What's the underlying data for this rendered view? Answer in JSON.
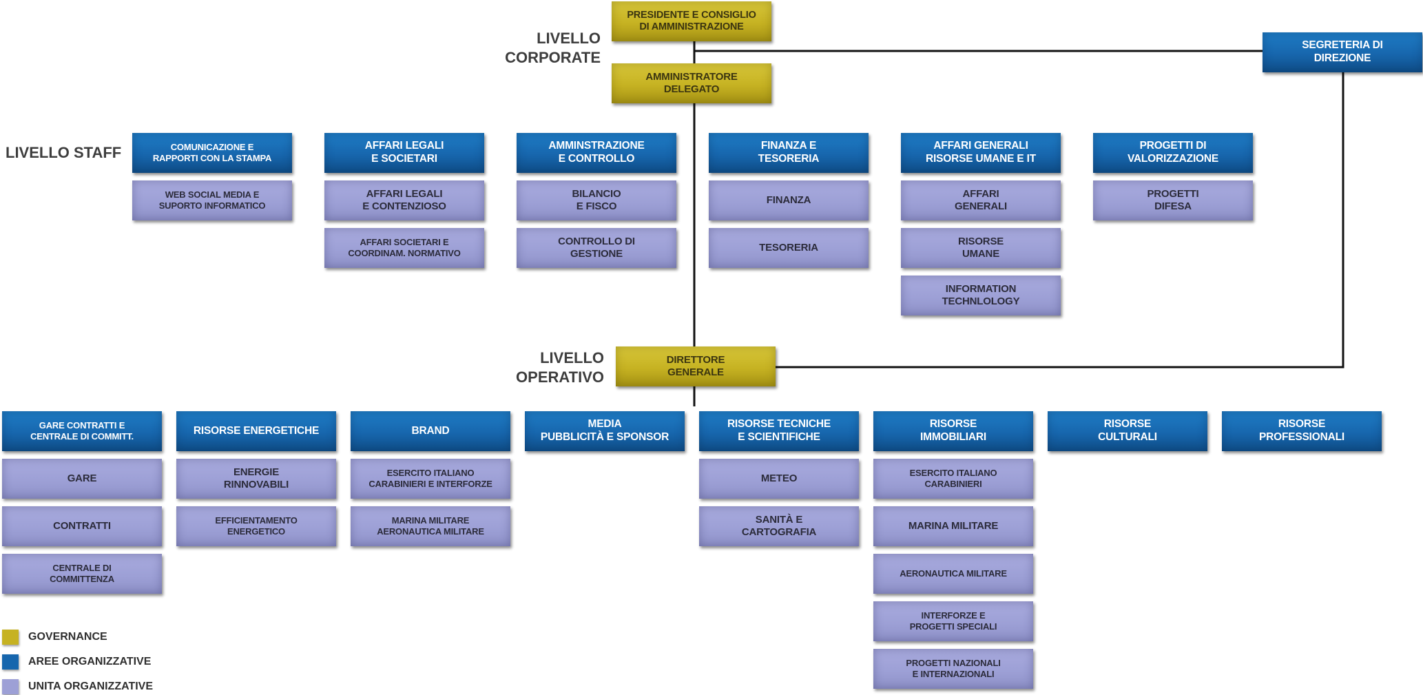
{
  "levels": {
    "corporate": "LIVELLO\nCORPORATE",
    "staff": "LIVELLO STAFF",
    "operativo": "LIVELLO\nOPERATIVO"
  },
  "governance": {
    "presidente": "PRESIDENTE E CONSIGLIO\nDI AMMINISTRAZIONE",
    "amministratore": "AMMINISTRATORE\nDELEGATO",
    "direttore": "DIRETTORE\nGENERALE"
  },
  "segreteria": "SEGRETERIA DI\nDIREZIONE",
  "staff_areas": [
    {
      "area": "COMUNICAZIONE E\nRAPPORTI CON LA STAMPA",
      "units": [
        "WEB SOCIAL MEDIA E\nSUPORTO INFORMATICO"
      ]
    },
    {
      "area": "AFFARI LEGALI\nE SOCIETARI",
      "units": [
        "AFFARI LEGALI\nE CONTENZIOSO",
        "AFFARI SOCIETARI E\nCOORDINAM. NORMATIVO"
      ]
    },
    {
      "area": "AMMINSTRAZIONE\nE CONTROLLO",
      "units": [
        "BILANCIO\nE FISCO",
        "CONTROLLO DI\nGESTIONE"
      ]
    },
    {
      "area": "FINANZA E\nTESORERIA",
      "units": [
        "FINANZA",
        "TESORERIA"
      ]
    },
    {
      "area": "AFFARI GENERALI\nRISORSE UMANE E IT",
      "units": [
        "AFFARI\nGENERALI",
        "RISORSE\nUMANE",
        "INFORMATION\nTECHNLOLOGY"
      ]
    },
    {
      "area": "PROGETTI DI\nVALORIZZAZIONE",
      "units": [
        "PROGETTI\nDIFESA"
      ]
    }
  ],
  "operative_areas": [
    {
      "area": "GARE CONTRATTI E\nCENTRALE DI COMMITT.",
      "units": [
        "GARE",
        "CONTRATTI",
        "CENTRALE DI\nCOMMITTENZA"
      ]
    },
    {
      "area": "RISORSE ENERGETICHE",
      "units": [
        "ENERGIE\nRINNOVABILI",
        "EFFICIENTAMENTO\nENERGETICO"
      ]
    },
    {
      "area": "BRAND",
      "units": [
        "ESERCITO ITALIANO\nCARABINIERI E INTERFORZE",
        "MARINA MILITARE\nAERONAUTICA MILITARE"
      ]
    },
    {
      "area": "MEDIA\nPUBBLICITÀ E SPONSOR",
      "units": []
    },
    {
      "area": "RISORSE TECNICHE\nE SCIENTIFICHE",
      "units": [
        "METEO",
        "SANITÀ E\nCARTOGRAFIA"
      ]
    },
    {
      "area": "RISORSE\nIMMOBILIARI",
      "units": [
        "ESERCITO ITALIANO\nCARABINIERI",
        "MARINA MILITARE",
        "AERONAUTICA MILITARE",
        "INTERFORZE E\nPROGETTI SPECIALI",
        "PROGETTI NAZIONALI\nE INTERNAZIONALI"
      ]
    },
    {
      "area": "RISORSE\nCULTURALI",
      "units": []
    },
    {
      "area": "RISORSE\nPROFESSIONALI",
      "units": []
    }
  ],
  "legend": [
    {
      "label": "GOVERNANCE",
      "color": "#c6b222"
    },
    {
      "label": "AREE ORGANIZZATIVE",
      "color": "#1766ad"
    },
    {
      "label": "UNITA ORGANIZZATIVE",
      "color": "#9da0d6"
    }
  ]
}
